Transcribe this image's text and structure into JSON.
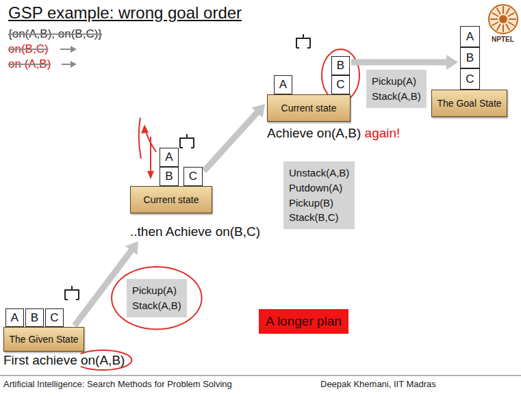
{
  "diagram": {
    "title": "GSP example: wrong goal order",
    "nodes": [
      {
        "text": [
          "A"
        ]
      },
      {
        "text": [
          "B"
        ]
      },
      {
        "text": [
          "C"
        ]
      },
      {
        "text": [
          "The Goal State"
        ]
      },
      {
        "text": [
          "Pickup(A) Stack(A,B)"
        ]
      },
      {
        "text": [
          "B"
        ]
      },
      {
        "text": [
          "A"
        ]
      },
      {
        "text": [
          "C"
        ]
      },
      {
        "text": [
          "Current state",
          "Achieve on(A,B)",
          "again!"
        ]
      },
      {
        "text": [
          "Unstack(A,B) Putdown(A) Pickup(B) Stack(B,C)"
        ]
      },
      {
        "text": [
          "A"
        ]
      },
      {
        "text": [
          "B"
        ]
      },
      {
        "text": [
          "C"
        ]
      },
      {
        "text": [
          "Current state",
          "..then Achieve on(B,C)"
        ]
      },
      {
        "text": [
          "Pickup(A) Stack(A,B)"
        ]
      },
      {
        "text": [
          "A longer plan"
        ]
      },
      {
        "text": [
          "A"
        ]
      },
      {
        "text": [
          "B"
        ]
      },
      {
        "text": [
          "C"
        ]
      },
      {
        "text": [
          "The Given State",
          "First achieve on(A,B)"
        ]
      }
    ],
    "edges": [
      {
        "from": 19,
        "to": 13,
        "arrow": "to"
      },
      {
        "from": 12,
        "to": 8,
        "arrow": "to"
      },
      {
        "from": 5,
        "to": 1,
        "arrow": "to"
      }
    ],
    "labels": [
      "{on(A,B), on(B,C)}",
      "on(B,C)",
      "on (A,B)",
      "NPTEL",
      "Artificial Intelligence: Search Methods for Problem Solving",
      "Deepak Khemani, IIT Madras"
    ]
  }
}
